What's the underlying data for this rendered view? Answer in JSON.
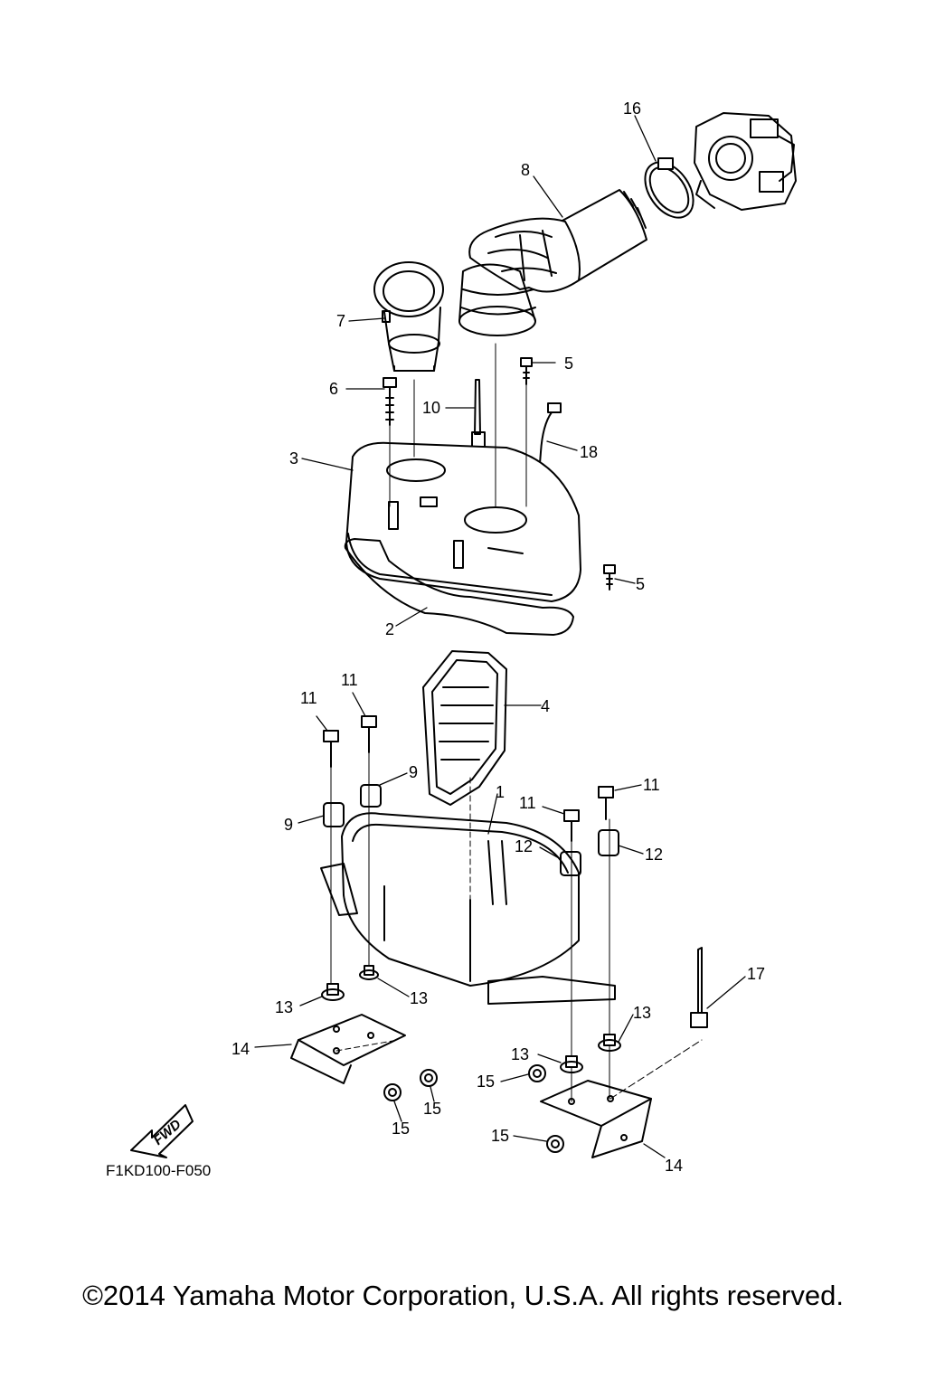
{
  "diagram": {
    "code": "F1KD100-F050",
    "fwd_label": "FWD",
    "callouts": {
      "c1": "1",
      "c2": "2",
      "c3": "3",
      "c4": "4",
      "c5a": "5",
      "c5b": "5",
      "c6": "6",
      "c7": "7",
      "c8": "8",
      "c9a": "9",
      "c9b": "9",
      "c10": "10",
      "c11a": "11",
      "c11b": "11",
      "c11c": "11",
      "c11d": "11",
      "c12a": "12",
      "c12b": "12",
      "c13a": "13",
      "c13b": "13",
      "c13c": "13",
      "c13d": "13",
      "c14a": "14",
      "c14b": "14",
      "c15a": "15",
      "c15b": "15",
      "c15c": "15",
      "c15d": "15",
      "c16": "16",
      "c17": "17",
      "c18": "18"
    }
  },
  "footer": {
    "copyright": "©2014 Yamaha Motor Corporation, U.S.A. All rights reserved."
  }
}
